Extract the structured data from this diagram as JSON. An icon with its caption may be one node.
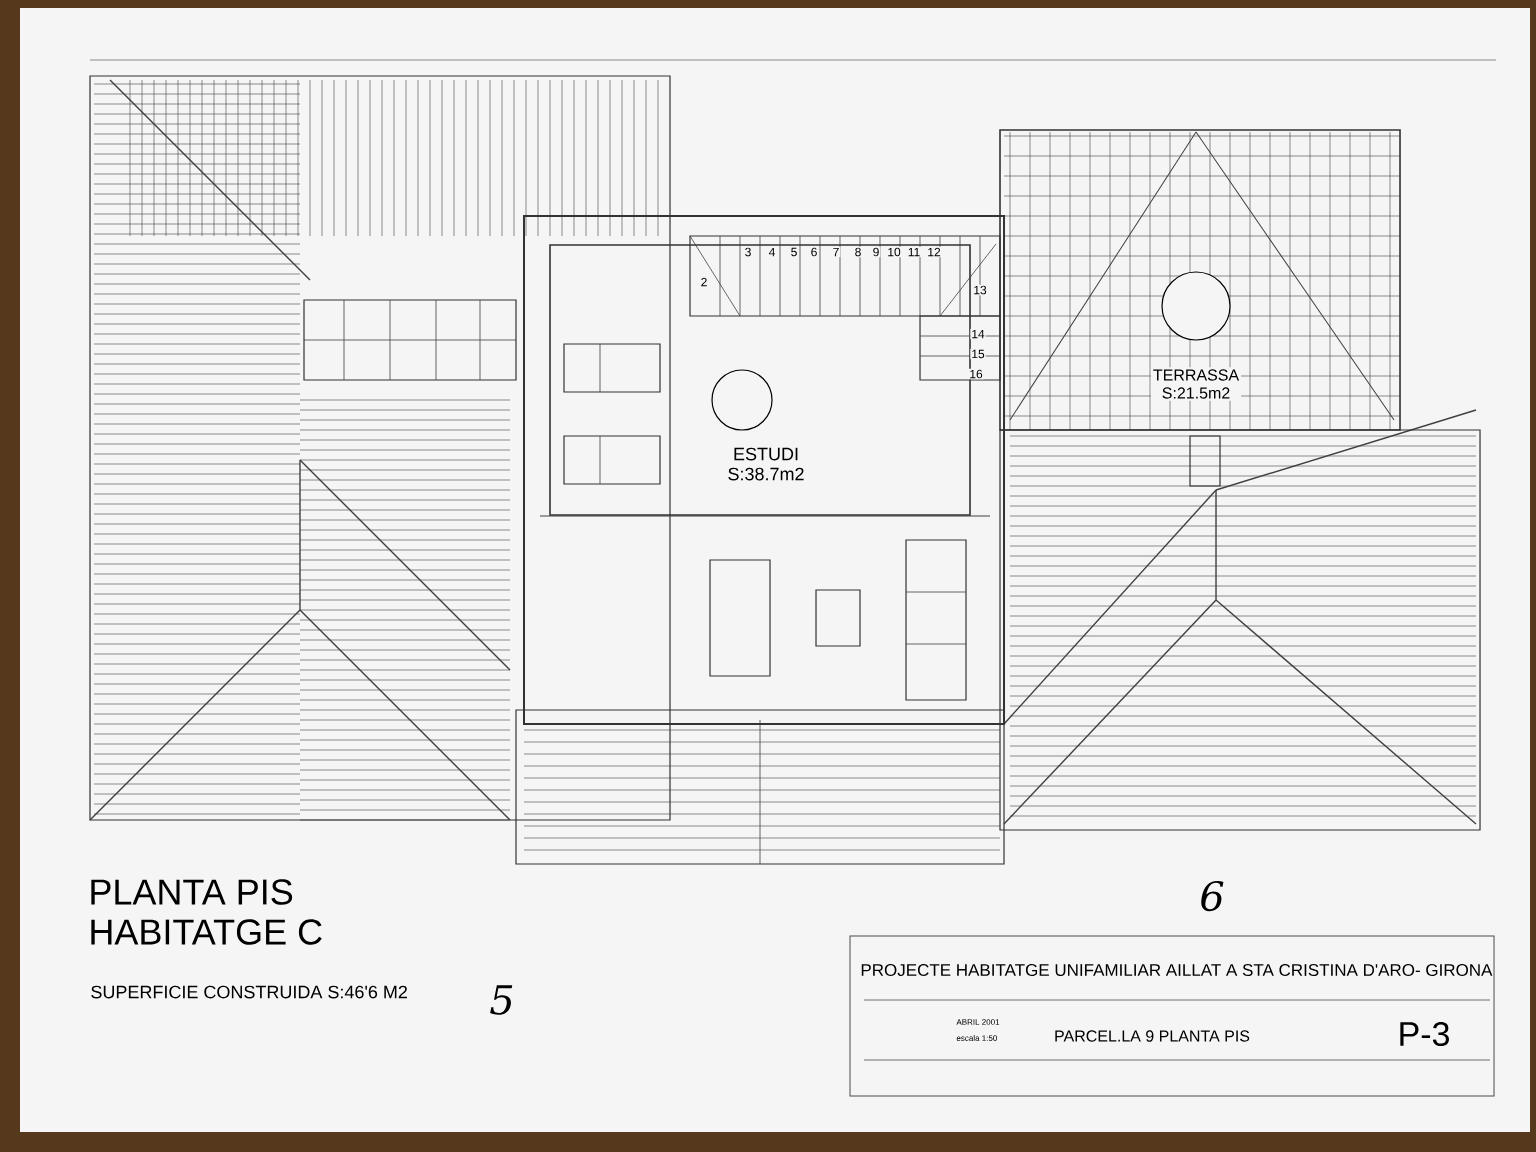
{
  "diagram": {
    "nodes": [
      {
        "text": [
          "ESTUDI",
          "S:38.7m2"
        ]
      },
      {
        "text": [
          "TERRASSA",
          "S:21.5m2"
        ]
      },
      {
        "text": [
          "PROJECTE HABITATGE UNIFAMILIAR AILLAT A STA CRISTINA D'ARO- GIRONA",
          "ABRIL 2001",
          "escala 1:50",
          "PARCEL.LA 9  PLANTA PIS",
          "P-3"
        ]
      }
    ],
    "labels": [
      "2",
      "3",
      "4",
      "5",
      "6",
      "7",
      "8",
      "9",
      "10",
      "11",
      "12",
      "13",
      "14",
      "15",
      "16",
      "PLANTA PIS",
      "HABITATGE C",
      "SUPERFICIE CONSTRUIDA S:46'6 M2",
      "5",
      "6"
    ]
  }
}
